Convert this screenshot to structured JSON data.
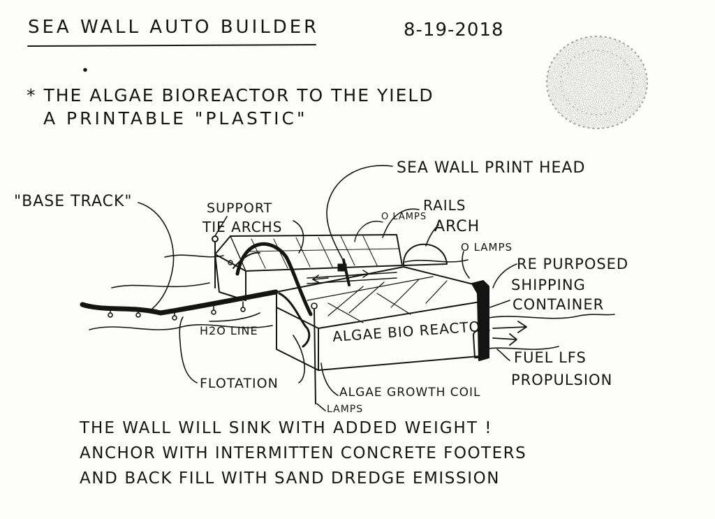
{
  "header": {
    "title": "SEA WALL AUTO BUILDER",
    "date": "8-19-2018"
  },
  "note": {
    "line1": "* THE ALGAE BIOREACTOR TO THE YIELD",
    "line2": "A PRINTABLE \"PLASTIC\""
  },
  "labels": {
    "base_track": "\"BASE TRACK\"",
    "support": "SUPPORT",
    "tie_arches": "TIE ARCHS",
    "print_head": "SEA WALL PRINT HEAD",
    "rails": "RAILS",
    "lamps_top": "O LAMPS",
    "arch": "ARCH",
    "lamps_right": "O LAMPS",
    "repurposed": "RE PURPOSED",
    "shipping": "SHIPPING",
    "container": "CONTAINER",
    "bioreactor": "ALGAE BIO REACTOR",
    "h2o_line": "H2O LINE",
    "fuel_lfs": "FUEL LFS",
    "propulsion": "PROPULSION",
    "flotation": "FLOTATION",
    "growth_coil": "ALGAE GROWTH COIL",
    "lamps_bottom": "LAMPS"
  },
  "footer": {
    "line1": "THE WALL WILL SINK WITH ADDED WEIGHT !",
    "line2": "ANCHOR WITH INTERMITTEN CONCRETE FOOTERS",
    "line3": "AND BACK FILL WITH SAND DREDGE EMISSION"
  },
  "icons": {
    "stamp": "stamp-icon",
    "arrow": "arrow-icon",
    "lamp": "lamp-icon"
  },
  "colors": {
    "ink": "#141414",
    "paper": "#fdfdfb",
    "stamp": "#555555"
  }
}
